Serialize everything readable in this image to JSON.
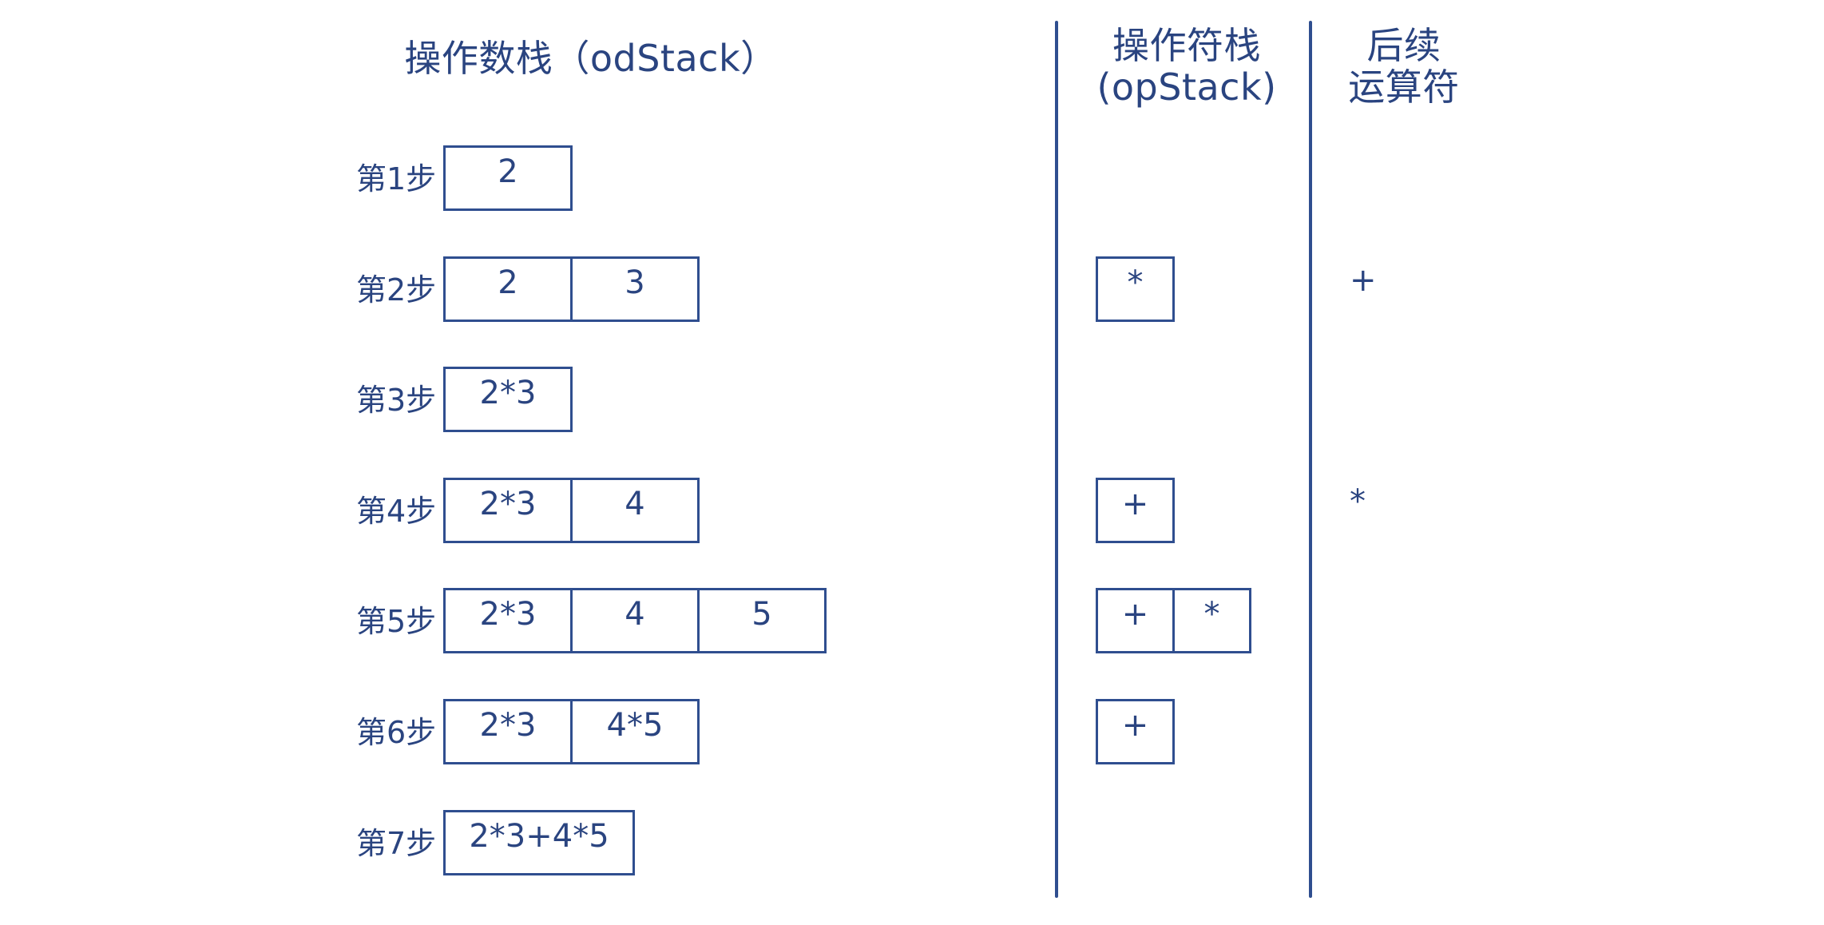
{
  "headers": {
    "od_stack": "操作数栈（odStack）",
    "op_stack": "操作符栈\n(opStack)",
    "next_operator": "后续\n运算符"
  },
  "colors": {
    "ink": "#2a4480",
    "stroke": "#2f4e8f",
    "background": "#ffffff"
  },
  "expression": "2*3+4*5",
  "rows": [
    {
      "step_label": "第1步",
      "od_stack": [
        "2"
      ],
      "op_stack": [],
      "next_operator": ""
    },
    {
      "step_label": "第2步",
      "od_stack": [
        "2",
        "3"
      ],
      "op_stack": [
        "*"
      ],
      "next_operator": "+"
    },
    {
      "step_label": "第3步",
      "od_stack": [
        "2*3"
      ],
      "op_stack": [],
      "next_operator": ""
    },
    {
      "step_label": "第4步",
      "od_stack": [
        "2*3",
        "4"
      ],
      "op_stack": [
        "+"
      ],
      "next_operator": "*"
    },
    {
      "step_label": "第5步",
      "od_stack": [
        "2*3",
        "4",
        "5"
      ],
      "op_stack": [
        "+",
        "*"
      ],
      "next_operator": ""
    },
    {
      "step_label": "第6步",
      "od_stack": [
        "2*3",
        "4*5"
      ],
      "op_stack": [
        "+"
      ],
      "next_operator": ""
    },
    {
      "step_label": "第7步",
      "od_stack": [
        "2*3+4*5"
      ],
      "op_stack": [],
      "next_operator": ""
    }
  ]
}
